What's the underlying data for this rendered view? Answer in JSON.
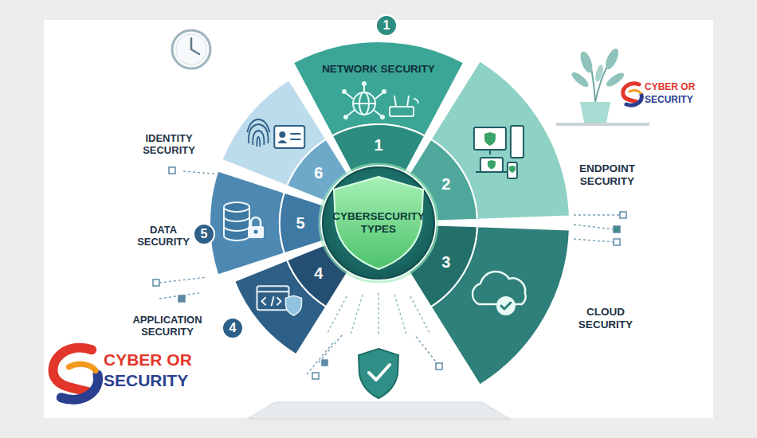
{
  "diagram": {
    "nodes": [
      {
        "text": [
          "NETWORK SECURITY",
          "1"
        ]
      },
      {
        "text": [
          "ENDPOINT SECURITY",
          "2"
        ]
      },
      {
        "text": [
          "CLOUD SECURITY",
          "3"
        ]
      },
      {
        "text": [
          "APPLICATION SECURITY",
          "4"
        ]
      },
      {
        "text": [
          "DATA SECURITY",
          "5"
        ]
      },
      {
        "text": [
          "IDENTITY SECURITY",
          "6"
        ]
      },
      {
        "text": [
          "CYBERSECURITY TYPES"
        ]
      }
    ],
    "labels": [
      "1",
      "5",
      "4",
      "CYBER OR",
      "SECURITY",
      "CYBER OR",
      "SECURITY"
    ]
  }
}
